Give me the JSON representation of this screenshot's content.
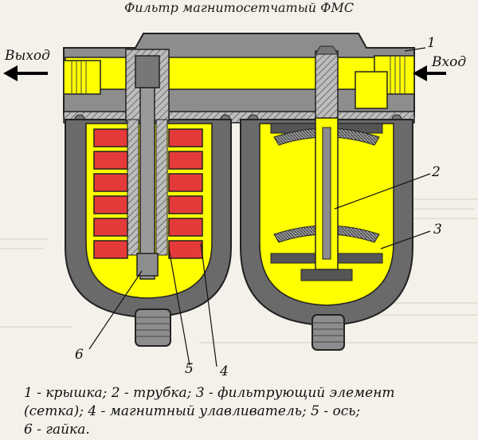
{
  "title": "Фильтр магнитосетчатый ФМС",
  "labels": {
    "outlet": "Выход",
    "inlet": "Вход"
  },
  "callouts": [
    "1",
    "2",
    "3",
    "4",
    "5",
    "6"
  ],
  "legend": {
    "line1": "1 - крышка; 2 - трубка; 3 - фильтрующий элемент",
    "line2": "(сетка); 4 - магнитный улавливатель; 5 - ось;",
    "line3": "6 - гайка."
  },
  "colors": {
    "yellow": "#ffff00",
    "body_gray": "#8d8d8d",
    "dark_gray": "#6a6a6a",
    "magnet_red": "#e53a3a",
    "paper": "#f3f1e9"
  }
}
